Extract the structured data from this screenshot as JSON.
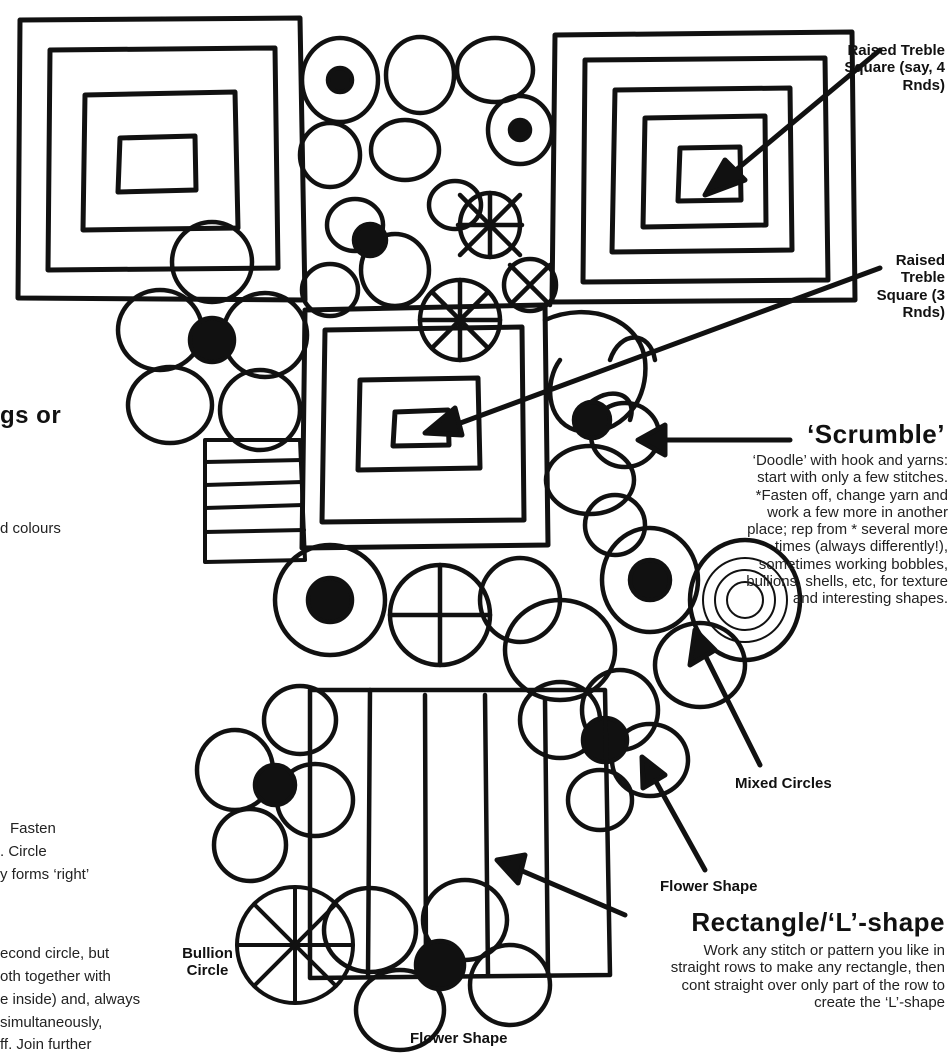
{
  "labels": {
    "raised_treble_4": "Raised Treble Square (say, 4 Rnds)",
    "raised_treble_3": "Raised Treble Square (3 Rnds)",
    "scrumble_title": "‘Scrumble’",
    "scrumble_desc": "‘Doodle’ with hook and yarns: start with only a few stitches. *Fasten off, change yarn and work a few more in another place; rep from * several more times (always differently!), sometimes working bobbles, bullions, shells, etc, for texture and interesting shapes.",
    "mixed_circles": "Mixed Circles",
    "flower_shape_right": "Flower Shape",
    "rectangle_title": "Rectangle/‘L’-shape",
    "rectangle_desc": "Work any stitch or pattern you like in straight rows to make any rectangle, then cont straight over only part of the row to create the ‘L’-shape",
    "bullion_circle": "Bullion Circle",
    "flower_shape_bottom": "Flower Shape"
  },
  "left_fragments": {
    "heading": "gs or",
    "line1": "d colours",
    "line2": "Fasten",
    "line3": ". Circle",
    "line4": "y forms ‘right’",
    "line5": "econd circle, but",
    "line6": "oth together with",
    "line7": "e inside) and, always",
    "line8": "simultaneously,",
    "line9": "ff. Join further"
  },
  "colors": {
    "ink": "#111111",
    "paper": "#ffffff"
  }
}
